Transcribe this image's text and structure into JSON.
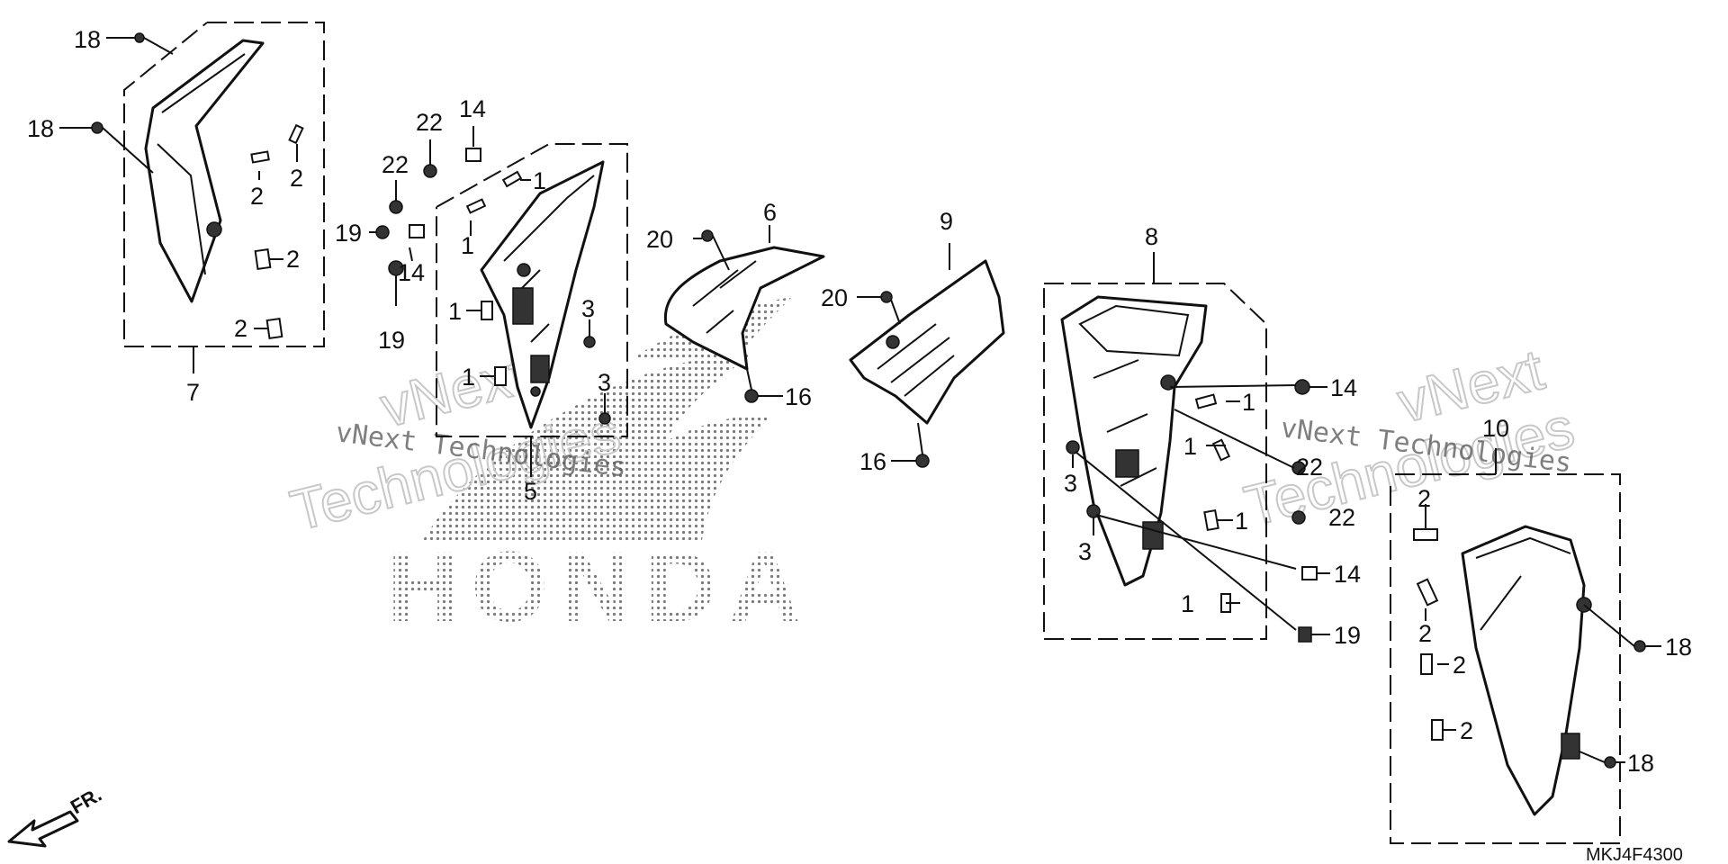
{
  "diagram": {
    "brand_logo_text": "HONDA",
    "watermark_lines": [
      "vNext",
      "Technologies"
    ],
    "watermark_caption": "vNext Technologies",
    "front_indicator": "FR.",
    "diagram_code": "MKJ4F4300"
  },
  "callouts": {
    "n1": "1",
    "n2": "2",
    "n3": "3",
    "n5": "5",
    "n6": "6",
    "n7": "7",
    "n8": "8",
    "n9": "9",
    "n10": "10",
    "n14": "14",
    "n16": "16",
    "n18": "18",
    "n19": "19",
    "n20": "20",
    "n22": "22"
  }
}
